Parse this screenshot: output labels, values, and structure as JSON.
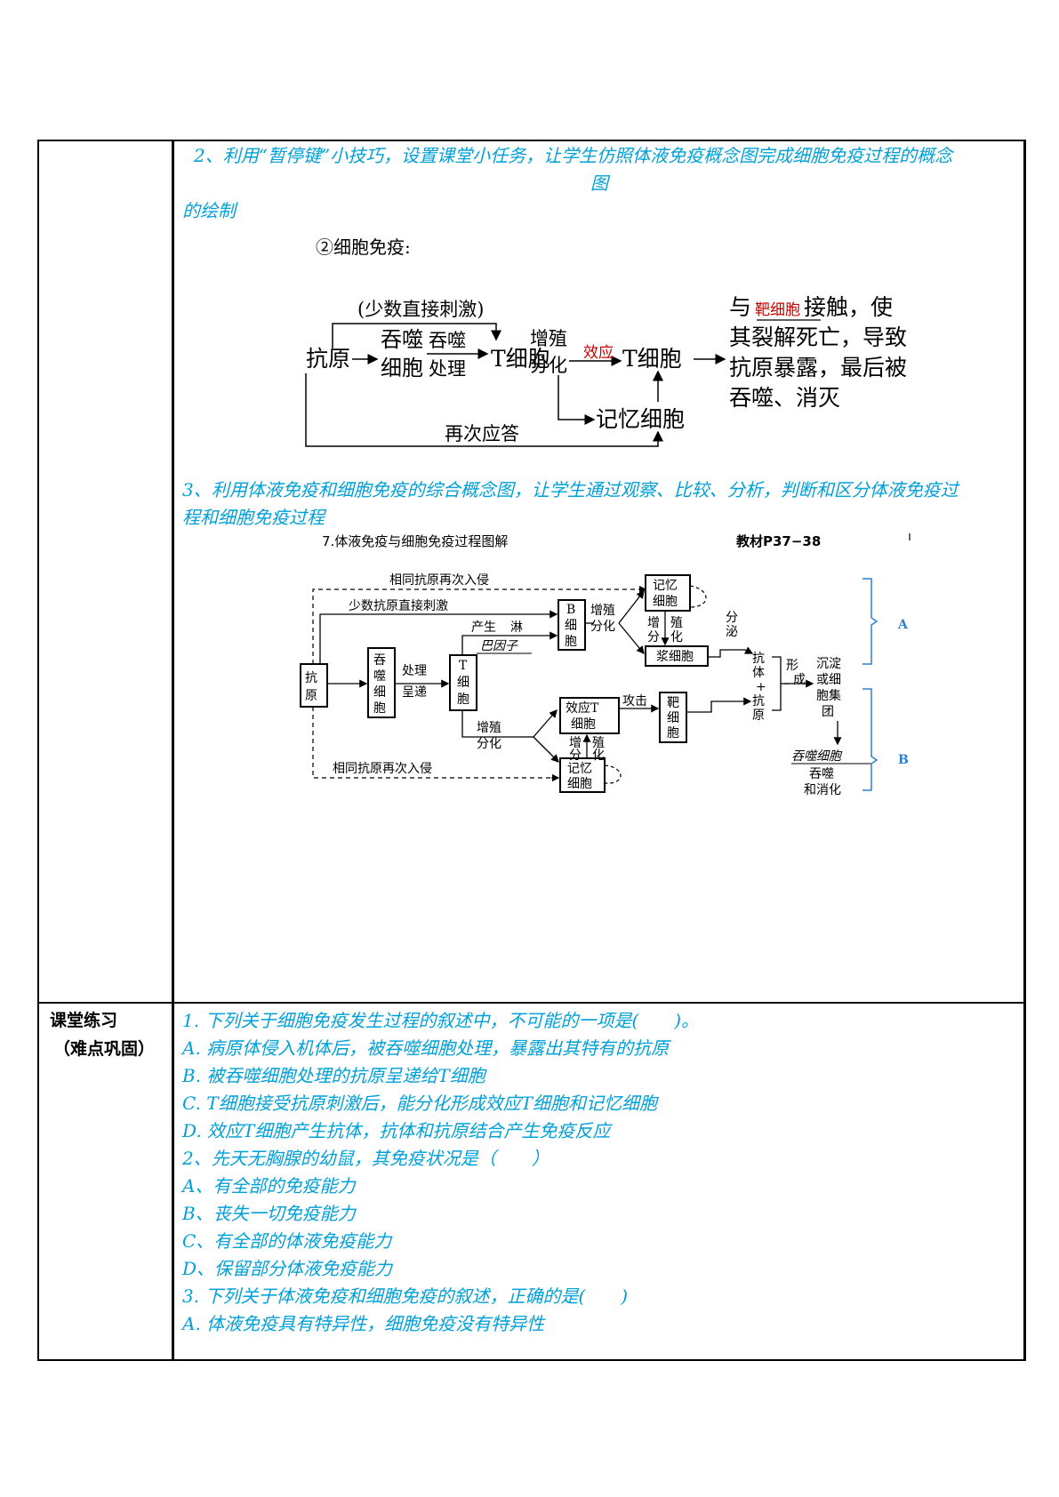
{
  "section2": {
    "line1": "2、利用“暂停键”小技巧，设置课堂小任务，让学生仿照体液免疫概念图完成细胞免疫过程的概念",
    "line1b": "图",
    "line2": "的绘制"
  },
  "cell_immunity": {
    "heading": "②细胞免疫:",
    "antigen": "抗原",
    "few_direct": "(少数直接刺激)",
    "phago_1": "吞噬",
    "phago_2": "细胞",
    "proc_1": "吞噬",
    "proc_2": "处理",
    "t_cell": "T细胞",
    "prolif_1": "增殖",
    "prolif_2": "分化",
    "effector": "效应",
    "effector_t": "T细胞",
    "memory": "记忆细胞",
    "second": "再次应答",
    "res_1a": "与",
    "res_1b": "靶细胞",
    "res_1c": "接触，使",
    "res_2": "其裂解死亡，导致",
    "res_3": "抗原暴露，最后被",
    "res_4": "吞噬、消灭"
  },
  "section3": {
    "line1": "3、利用体液免疫和细胞免疫的综合概念图，让学生通过观察、比较、分析，判断和区分体液免疫过",
    "line2": "程和细胞免疫过程"
  },
  "diagram7": {
    "title": "7.体液免疫与细胞免疫过程图解",
    "ref": "教材P37−38",
    "same_top": "相同抗原再次入侵",
    "few_direct": "少数抗原直接刺激",
    "memory_1": "记忆",
    "memory_2": "细胞",
    "b_1": "B",
    "b_2": "细",
    "b_3": "胞",
    "prolif_1": "增殖",
    "prolif_2": "分化",
    "produce_1": "产生",
    "produce_2": "淋",
    "produce_3": "巴因子",
    "zeng": "增",
    "zhi": "殖",
    "fen": "分",
    "hua": "化",
    "plasma": "浆细胞",
    "secrete_1": "分",
    "secrete_2": "泌",
    "ab_1": "抗",
    "ab_2": "体",
    "plus": "+",
    "ag_1": "抗",
    "ag_2": "原",
    "form_1": "形",
    "form_2": "成",
    "result_1": "沉淀",
    "result_2": "或细",
    "result_3": "胞集",
    "result_4": "团",
    "antigen_1": "抗",
    "antigen_2": "原",
    "phago_1": "吞",
    "phago_2": "噬",
    "phago_3": "细",
    "phago_4": "胞",
    "proc_1": "处理",
    "proc_2": "呈递",
    "t_1": "T",
    "t_2": "细",
    "t_3": "胞",
    "eff_1": "效应T",
    "eff_2": "细胞",
    "attack": "攻击",
    "target_1": "靶",
    "target_2": "细",
    "target_3": "胞",
    "mem2_1": "记忆",
    "mem2_2": "细胞",
    "same_bottom": "相同抗原再次入侵",
    "phago_end": "吞噬细胞",
    "eat_1": "吞噬",
    "eat_2": "和消化",
    "label_a": "A",
    "label_b": "B"
  },
  "side": {
    "label1": "课堂练习",
    "label2": "（难点巩固）"
  },
  "questions": [
    "1. 下列关于细胞免疫发生过程的叙述中，不可能的一项是(　　)。",
    "A. 病原体侵入机体后，被吞噬细胞处理，暴露出其特有的抗原",
    "B. 被吞噬细胞处理的抗原呈递给T细胞",
    "C. T细胞接受抗原刺激后，能分化形成效应T细胞和记忆细胞",
    "D. 效应T细胞产生抗体，抗体和抗原结合产生免疫反应",
    "2、先天无胸腺的幼鼠，其免疫状况是（　　）",
    "A、有全部的免疫能力",
    "B、丧失一切免疫能力",
    "C、有全部的体液免疫能力",
    "D、保留部分体液免疫能力",
    "3. 下列关于体液免疫和细胞免疫的叙述，正确的是(　　)",
    "A. 体液免疫具有特异性，细胞免疫没有特异性"
  ],
  "colors": {
    "accent": "#00a0d8",
    "red": "#cc0000",
    "label_blue": "#2f7fd6"
  }
}
